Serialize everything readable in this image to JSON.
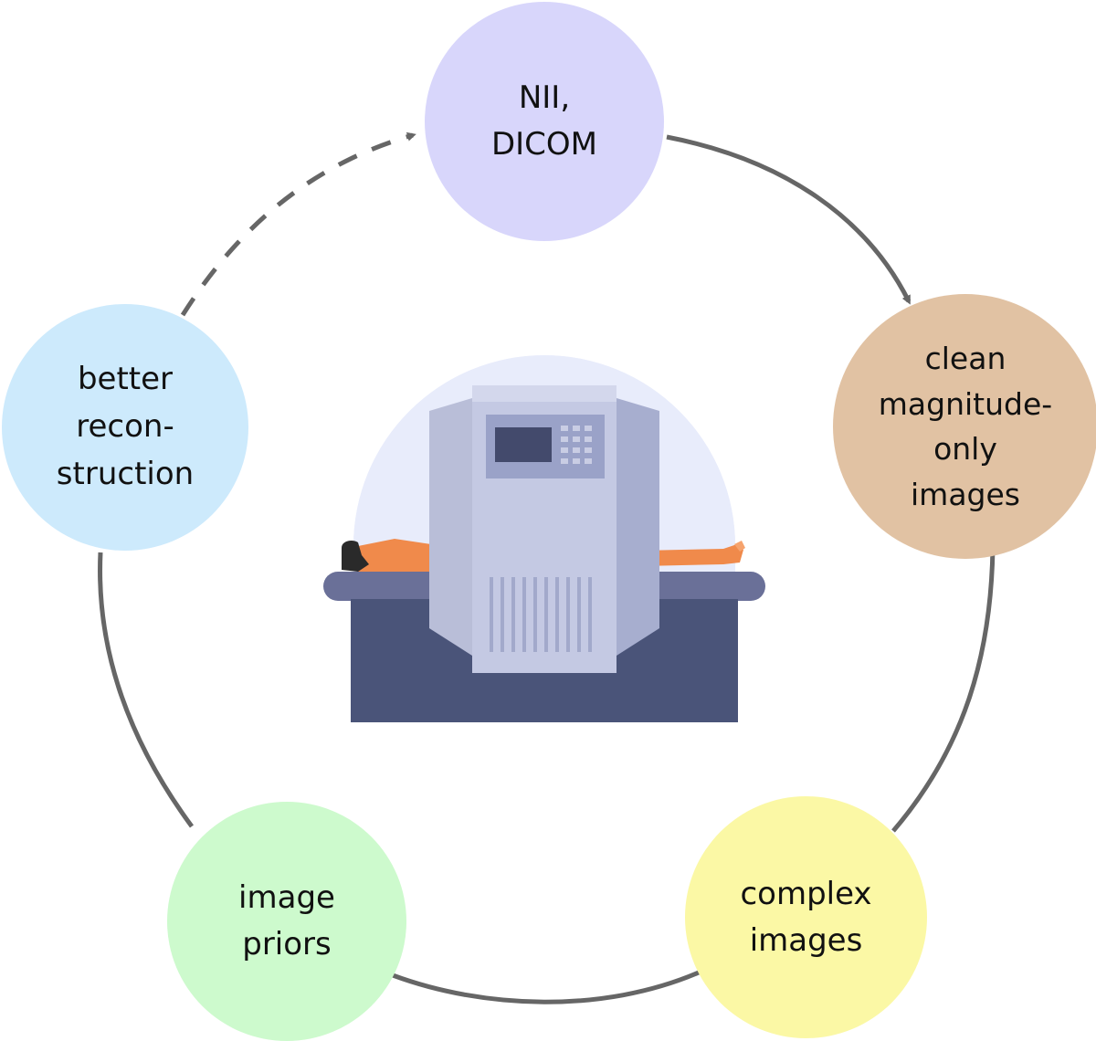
{
  "nodes": {
    "nii": {
      "label": "NII,\nDICOM",
      "color": "#d8d6fb"
    },
    "clean": {
      "label": "clean\nmagnitude-\nonly\nimages",
      "color": "#e1c2a3"
    },
    "complex": {
      "label": "complex\nimages",
      "color": "#fbf8a5"
    },
    "priors": {
      "label": "image\npriors",
      "color": "#cdfacd"
    },
    "better": {
      "label": "better\nrecon-\nstruction",
      "color": "#cdeafc"
    }
  },
  "connector_color": "#666666",
  "illustration": {
    "icon": "mri-scanner-icon"
  }
}
